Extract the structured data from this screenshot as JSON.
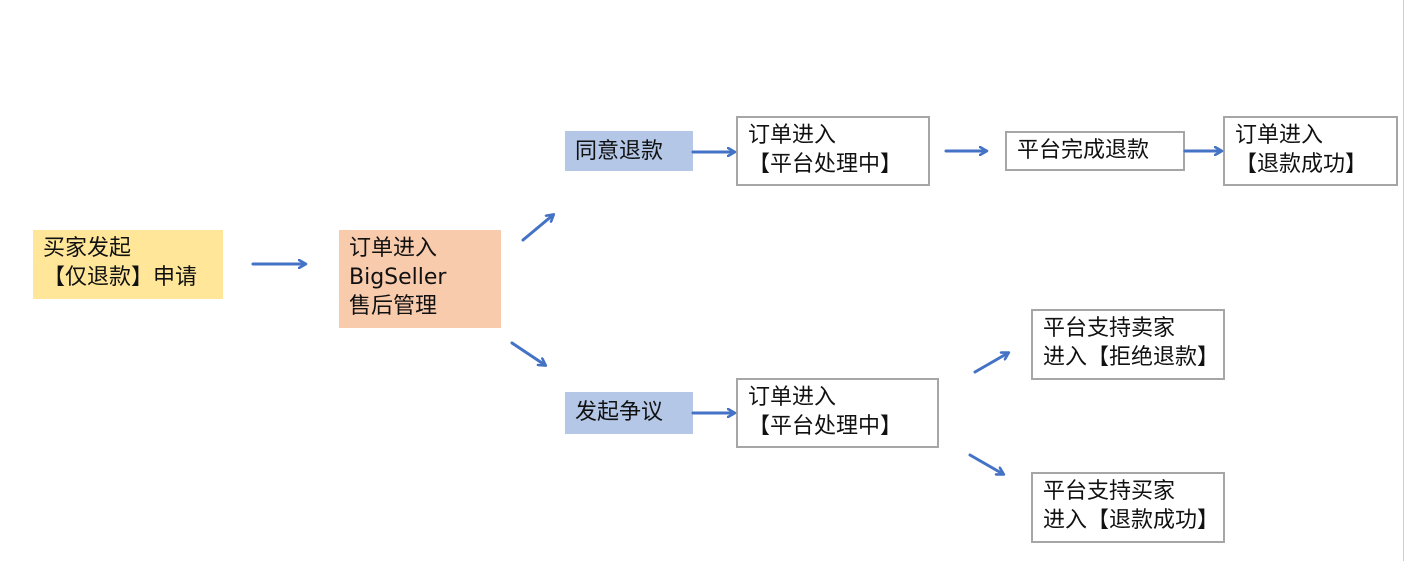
{
  "nodes": {
    "buyer_request": [
      "买家发起",
      "【仅退款】申请"
    ],
    "bigseller": [
      "订单进入",
      "BigSeller",
      "售后管理"
    ],
    "agree_refund": [
      "同意退款"
    ],
    "processing_top": [
      "订单进入",
      "【平台处理中】"
    ],
    "platform_complete": [
      "平台完成退款"
    ],
    "refund_success_top": [
      "订单进入",
      "【退款成功】"
    ],
    "dispute": [
      "发起争议"
    ],
    "processing_bottom": [
      "订单进入",
      "【平台处理中】"
    ],
    "support_seller": [
      "平台支持卖家",
      "进入【拒绝退款】"
    ],
    "support_buyer": [
      "平台支持买家",
      "进入【退款成功】"
    ]
  },
  "colors": {
    "arrow": "#4472c4",
    "yellow": "#ffe699",
    "orange": "#f8cbad",
    "blue": "#b4c7e7",
    "border": "#a6a6a6"
  }
}
